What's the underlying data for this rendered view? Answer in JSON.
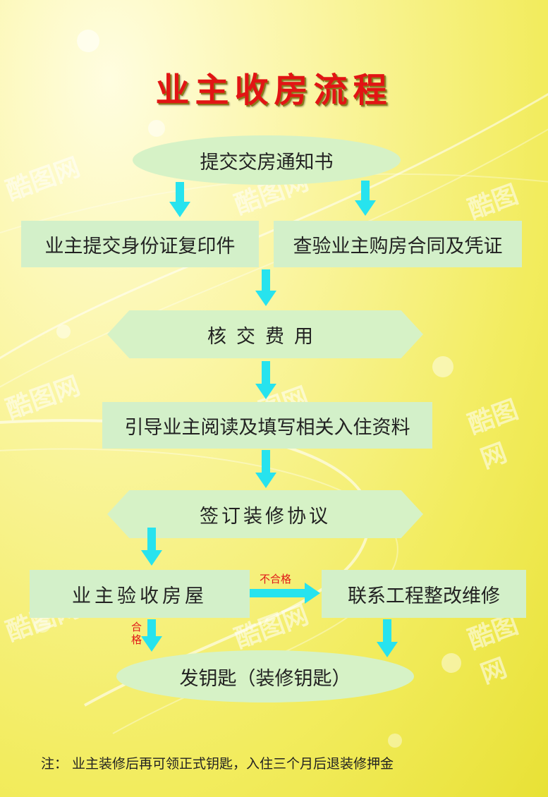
{
  "title": "业主收房流程",
  "nodes": {
    "submit_notice": "提交交房通知书",
    "owner_id_copy": "业主提交身份证复印件",
    "check_contract": "查验业主购房合同及凭证",
    "verify_fees": "核交费用",
    "guide_documents": "引导业主阅读及填写相关入住资料",
    "sign_agreement": "签订装修协议",
    "inspect_house": "业主验收房屋",
    "contact_repair": "联系工程整改维修",
    "issue_keys": "发钥匙（装修钥匙）"
  },
  "labels": {
    "fail": "不合格",
    "pass": "合格"
  },
  "note": "注：    业主装修后再可领正式钥匙，入住三个月后退装修押金",
  "watermark": "酷图网",
  "colors": {
    "title": "#e21414",
    "arrow": "#27e3ee",
    "node_fill": "#d6f2c6",
    "background": "#f2ec5e"
  }
}
